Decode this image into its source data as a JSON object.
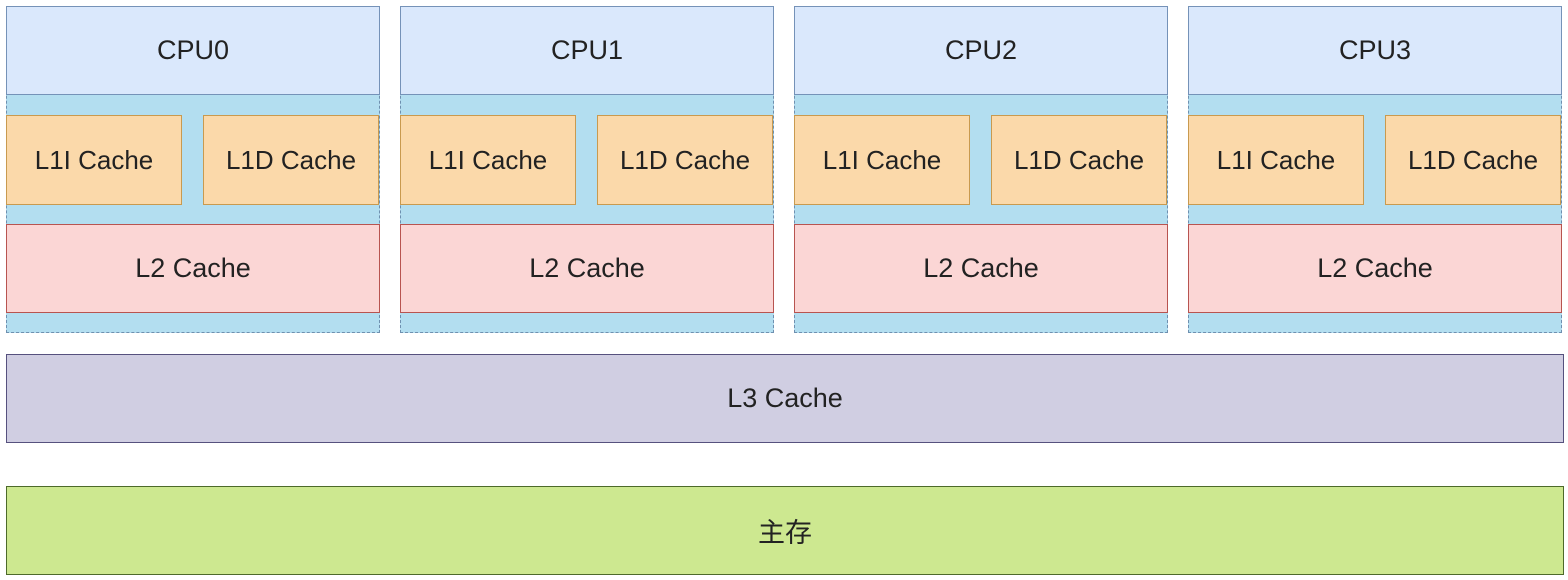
{
  "cores": [
    {
      "cpu": "CPU0",
      "l1i": "L1I Cache",
      "l1d": "L1D Cache",
      "l2": "L2 Cache"
    },
    {
      "cpu": "CPU1",
      "l1i": "L1I Cache",
      "l1d": "L1D Cache",
      "l2": "L2 Cache"
    },
    {
      "cpu": "CPU2",
      "l1i": "L1I Cache",
      "l1d": "L1D Cache",
      "l2": "L2 Cache"
    },
    {
      "cpu": "CPU3",
      "l1i": "L1I Cache",
      "l1d": "L1D Cache",
      "l2": "L2 Cache"
    }
  ],
  "l3": "L3 Cache",
  "memory": "主存",
  "colors": {
    "core_group_bg": "#b3def0",
    "cpu_fill": "#dae8fc",
    "l1_fill": "#fbd9aa",
    "l2_fill": "#fbd6d5",
    "l3_fill": "#d0cee2",
    "memory_fill": "#cde890"
  }
}
